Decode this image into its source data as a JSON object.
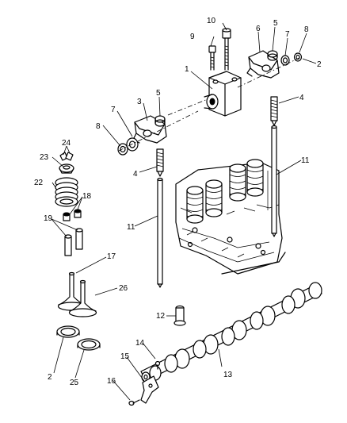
{
  "diagram": {
    "callouts": {
      "c1": "1",
      "c2a": "2",
      "c2b": "2",
      "c3": "3",
      "c4a": "4",
      "c4b": "4",
      "c5a": "5",
      "c5b": "5",
      "c6": "6",
      "c7a": "7",
      "c7b": "7",
      "c8a": "8",
      "c8b": "8",
      "c9": "9",
      "c10": "10",
      "c11a": "11",
      "c11b": "11",
      "c12": "12",
      "c13": "13",
      "c14": "14",
      "c15": "15",
      "c16": "16",
      "c17": "17",
      "c18": "18",
      "c19": "19",
      "c22": "22",
      "c23": "23",
      "c24": "24",
      "c25": "25",
      "c26": "26"
    }
  }
}
